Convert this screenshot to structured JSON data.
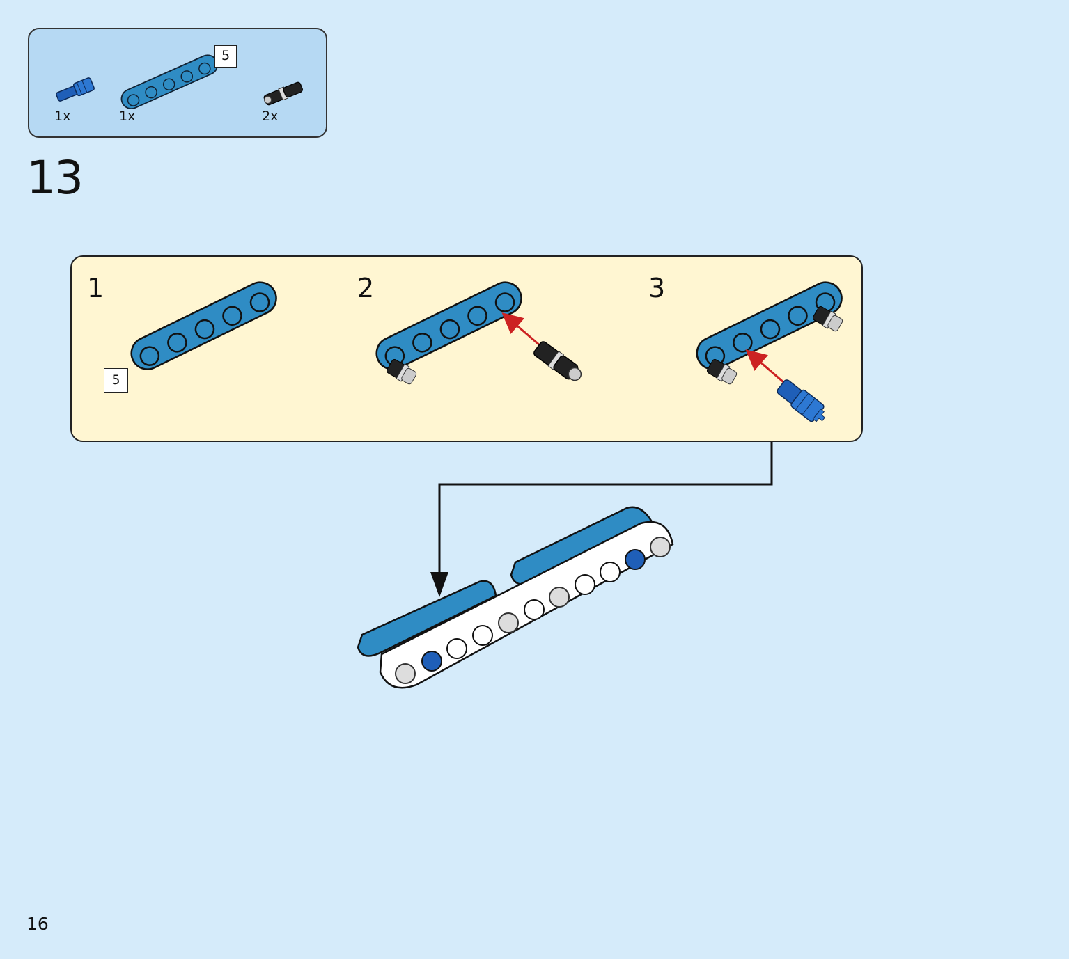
{
  "parts_list": {
    "items": [
      {
        "name": "blue-axle-pin-icon",
        "qty": "1x"
      },
      {
        "name": "blue-beam-5-icon",
        "qty": "1x",
        "length": "5"
      },
      {
        "name": "black-friction-pin-icon",
        "qty": "2x"
      }
    ]
  },
  "step": {
    "number": "13",
    "substeps": [
      {
        "number": "1",
        "length_tag": "5"
      },
      {
        "number": "2"
      },
      {
        "number": "3"
      }
    ]
  },
  "colors": {
    "background": "#d5ebfa",
    "parts_box": "#b6d9f3",
    "substep_box": "#fff6d2",
    "beam_blue": "#2f8cc4",
    "arrow_red": "#cc2222"
  },
  "page": {
    "number": "16"
  }
}
